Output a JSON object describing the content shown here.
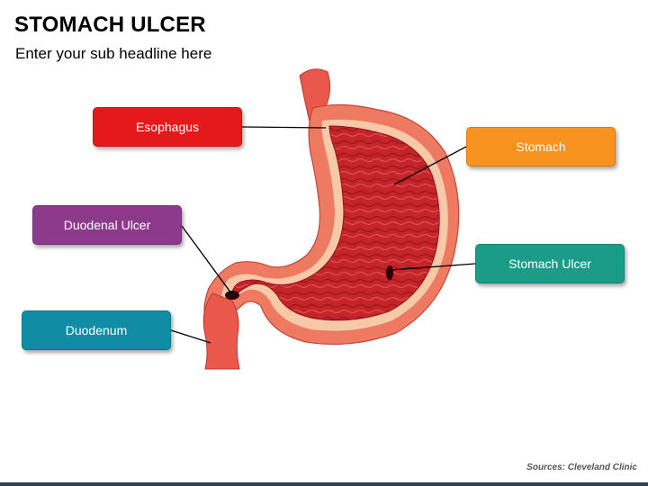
{
  "slide": {
    "title": "STOMACH ULCER",
    "subtitle": "Enter your sub headline here",
    "source": "Sources: Cleveland Clinic"
  },
  "labels": {
    "esophagus": "Esophagus",
    "stomach": "Stomach",
    "duodenal_ulcer": "Duodenal Ulcer",
    "stomach_ulcer": "Stomach Ulcer",
    "duodenum": "Duodenum"
  },
  "colors": {
    "esophagus": "#e5181b",
    "stomach": "#f7931e",
    "duodenal_ulcer": "#8e3a8c",
    "stomach_ulcer": "#1b9c89",
    "duodenum": "#108ca4",
    "organ_outer": "#e9584a",
    "organ_inner": "#c4252b",
    "organ_lining": "#f7c9a9"
  }
}
